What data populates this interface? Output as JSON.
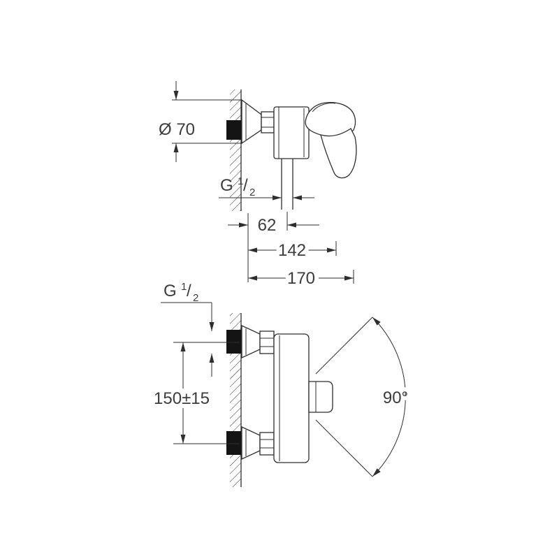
{
  "colors": {
    "line": "#2e2e2e",
    "text": "#3c3c3c",
    "background": "#ffffff",
    "fill_dark": "#141414"
  },
  "thread_label": {
    "prefix": "G",
    "sup": "1",
    "slash": "/",
    "sub": "2"
  },
  "top_view": {
    "diameter": "Ø 70",
    "pipe_offset": "62",
    "depth_to_handle": "142",
    "total_depth": "170"
  },
  "bottom_view": {
    "inlet_spacing": "150±15",
    "swivel_angle": "90°"
  }
}
